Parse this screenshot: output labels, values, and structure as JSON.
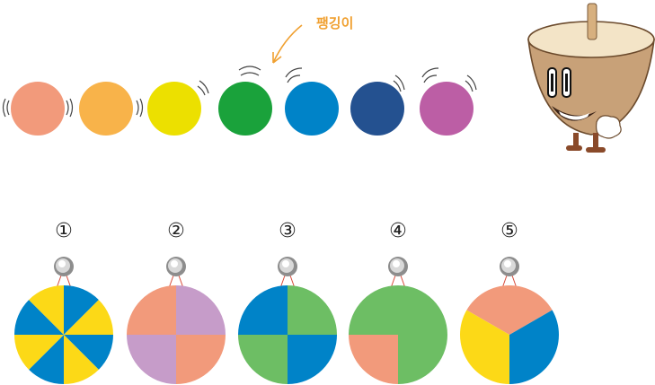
{
  "label": "팽깅이",
  "colors": {
    "spin_row": [
      "#f29a7b",
      "#f8b34a",
      "#ece000",
      "#1aa23b",
      "#0083c8",
      "#245190",
      "#bc5ea5"
    ],
    "label": "#f0a030",
    "yellow": "#fcd917",
    "blue": "#0083c8",
    "salmon": "#f29a7b",
    "purple": "#c69cc9",
    "green": "#6dbe64",
    "top_body": "#c8a178",
    "top_face": "#f3e4c7"
  },
  "options": [
    {
      "number": "①",
      "pattern": "yellow-blue-8-sectors"
    },
    {
      "number": "②",
      "pattern": "salmon-purple-4-quadrants"
    },
    {
      "number": "③",
      "pattern": "blue-green-4-quadrants"
    },
    {
      "number": "④",
      "pattern": "green-with-salmon-quarter"
    },
    {
      "number": "⑤",
      "pattern": "salmon-blue-yellow-3-sectors"
    }
  ],
  "icons": {
    "spinning_top": "spinning-top-character-icon",
    "arrow": "curved-arrow-icon",
    "hook": "metal-hook-icon"
  }
}
